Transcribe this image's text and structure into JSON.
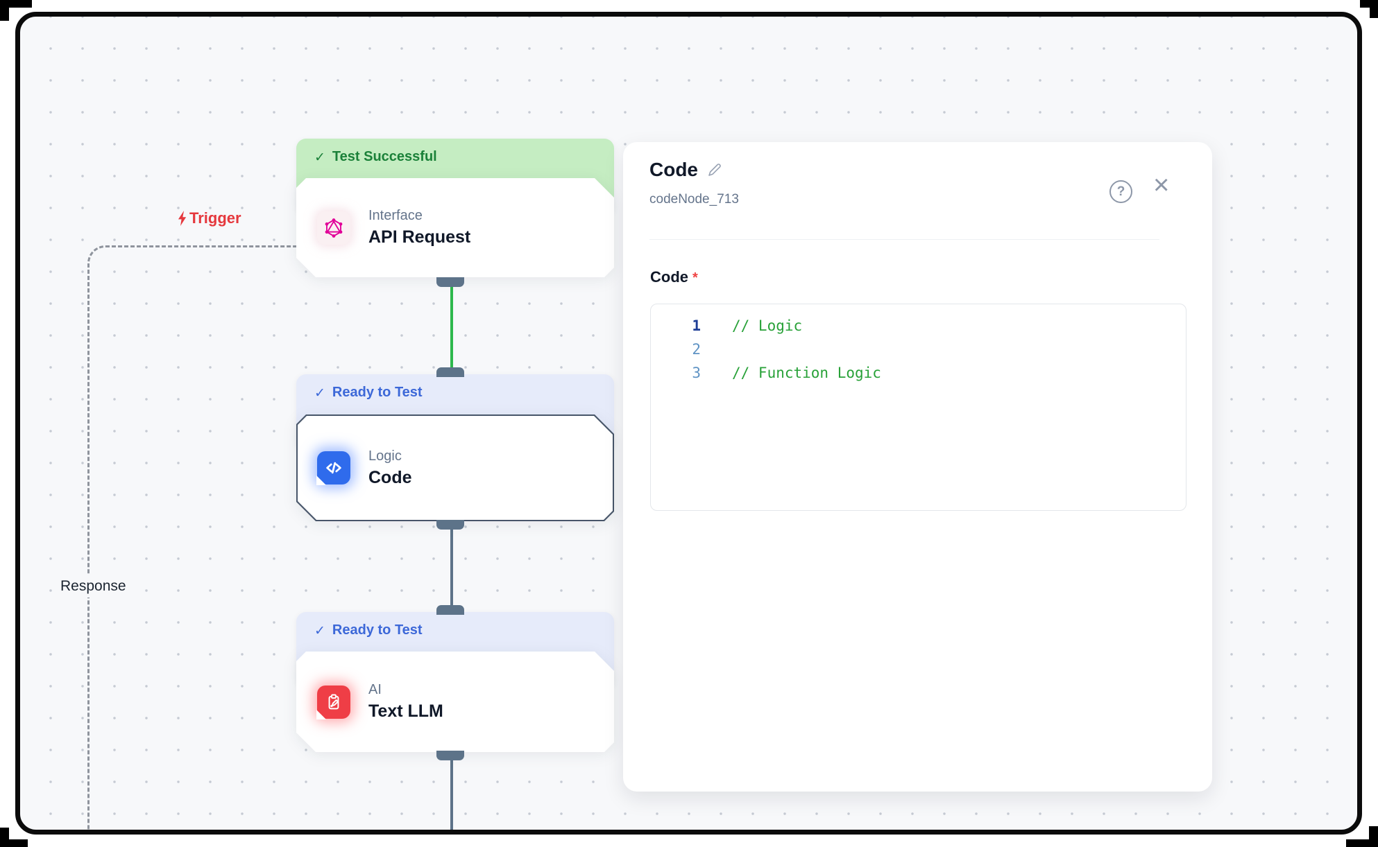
{
  "icons": {
    "check": "✓",
    "help": "?",
    "close": "×"
  },
  "canvas": {
    "trigger_label": "Trigger",
    "response_label": "Response",
    "nodes": [
      {
        "status": "Test Successful",
        "category": "Interface",
        "title": "API Request"
      },
      {
        "status": "Ready to Test",
        "category": "Logic",
        "title": "Code"
      },
      {
        "status": "Ready to Test",
        "category": "AI",
        "title": "Text LLM"
      }
    ]
  },
  "panel": {
    "title": "Code",
    "node_id": "codeNode_713",
    "field_label": "Code",
    "required_marker": "*",
    "editor": {
      "lines": [
        {
          "num": "1",
          "code": "// Logic"
        },
        {
          "num": "2",
          "code": ""
        },
        {
          "num": "3",
          "code": "// Function Logic"
        }
      ]
    }
  },
  "colors": {
    "canvas-bg": "#f7f8fa",
    "dot": "#c5cad3",
    "success-bg": "#c5edc2",
    "success-text": "#1b8139",
    "ready-bg": "#e6ebfa",
    "ready-text": "#3c68d8",
    "trigger-red": "#e5383d",
    "connector-green": "#2db84c",
    "connector-slate": "#5d7389",
    "node-border": "#475569",
    "graphql-pink": "#e10098",
    "code-blue": "#2f6bec",
    "ai-red": "#ef3e46",
    "comment-green": "#28a138",
    "linenum-active": "#1e3e96",
    "linenum": "#5f93c4",
    "icon-gray": "#8d97a8",
    "slate-text": "#64748b",
    "ink": "#101828"
  }
}
